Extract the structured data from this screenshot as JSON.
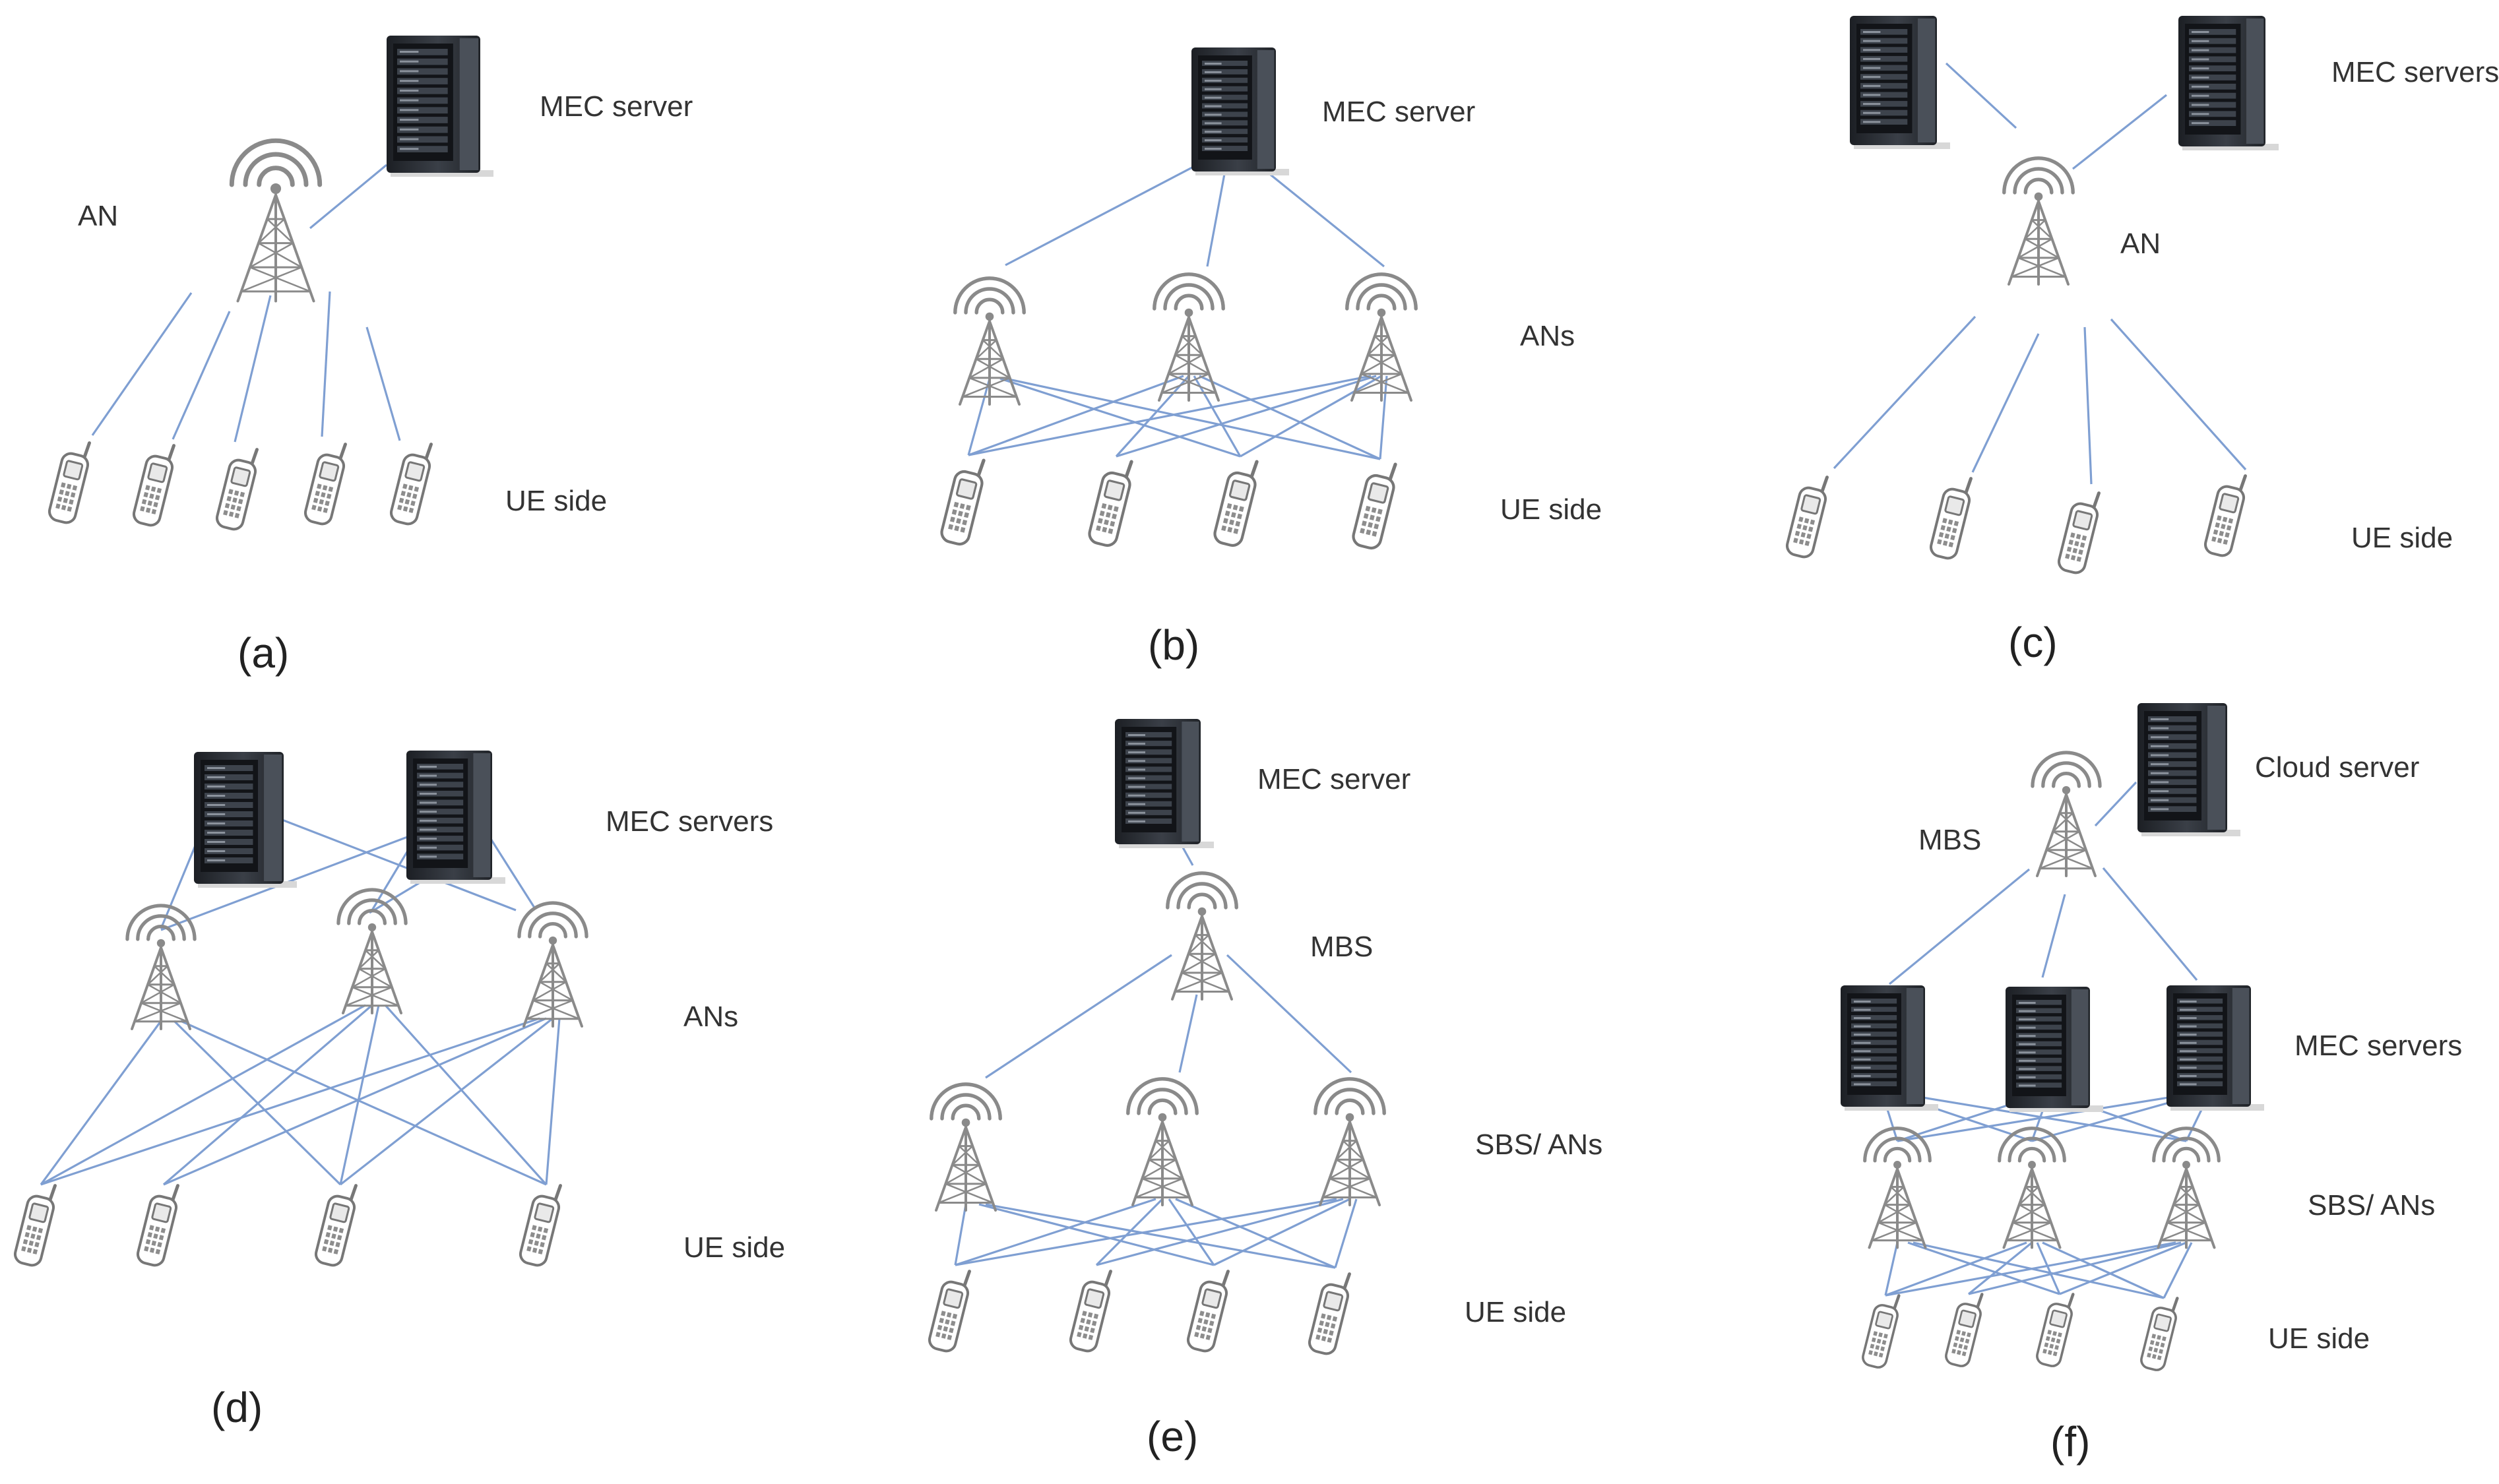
{
  "colors": {
    "link": "#7f9fd2",
    "tower": "#8a8a8a",
    "server_body": "#2b2f36",
    "server_dark": "#121418",
    "phone": "#777777",
    "text": "#333333"
  },
  "icons": {
    "server": "tower-server-icon",
    "antenna": "antenna-tower-icon",
    "phone": "mobile-phone-icon"
  },
  "panels": {
    "a": {
      "caption": "(a)",
      "labels": {
        "server": "MEC server",
        "an": "AN",
        "ue": "UE side"
      }
    },
    "b": {
      "caption": "(b)",
      "labels": {
        "server": "MEC server",
        "an": "ANs",
        "ue": "UE side"
      }
    },
    "c": {
      "caption": "(c)",
      "labels": {
        "server": "MEC servers",
        "an": "AN",
        "ue": "UE side"
      }
    },
    "d": {
      "caption": "(d)",
      "labels": {
        "server": "MEC servers",
        "an": "ANs",
        "ue": "UE side"
      }
    },
    "e": {
      "caption": "(e)",
      "labels": {
        "server": "MEC server",
        "mbs": "MBS",
        "sbs": "SBS/ ANs",
        "ue": "UE side"
      }
    },
    "f": {
      "caption": "(f)",
      "labels": {
        "cloud": "Cloud server",
        "mbs": "MBS",
        "server": "MEC servers",
        "sbs": "SBS/ ANs",
        "ue": "UE side"
      }
    }
  }
}
